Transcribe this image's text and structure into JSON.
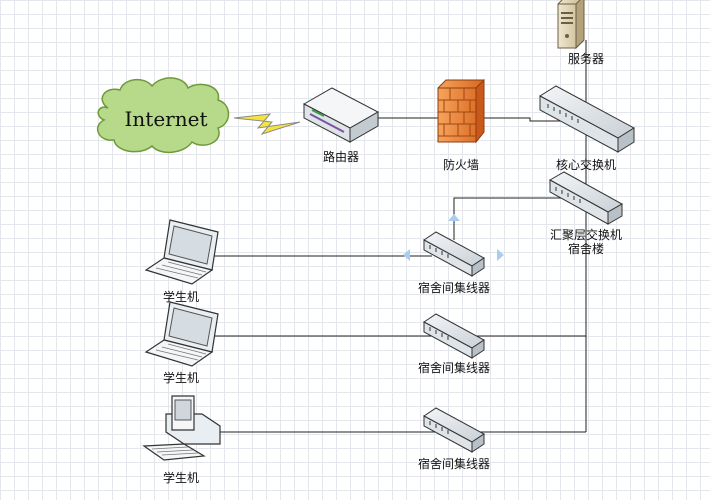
{
  "nodes": {
    "server": {
      "label": "服务器",
      "icon": "server-icon"
    },
    "internet": {
      "label": "Internet",
      "icon": "cloud-icon"
    },
    "router": {
      "label": "路由器",
      "icon": "router-icon"
    },
    "firewall": {
      "label": "防火墙",
      "icon": "firewall-icon"
    },
    "core_switch": {
      "label": "核心交换机",
      "icon": "switch-icon"
    },
    "aggregation_switch": {
      "label_line1": "汇聚层交换机",
      "label_line2": "宿舍楼",
      "icon": "switch-icon"
    },
    "hub1": {
      "label": "宿舍间集线器",
      "icon": "hub-icon"
    },
    "hub2": {
      "label": "宿舍间集线器",
      "icon": "hub-icon"
    },
    "hub3": {
      "label": "宿舍间集线器",
      "icon": "hub-icon"
    },
    "student1": {
      "label": "学生机",
      "icon": "laptop-icon"
    },
    "student2": {
      "label": "学生机",
      "icon": "laptop-icon"
    },
    "student3": {
      "label": "学生机",
      "icon": "desktop-pc-icon"
    }
  },
  "colors": {
    "cloud_fill": "#b7d98a",
    "cloud_stroke": "#6f9a3a",
    "lightning": "#f5e342",
    "firewall_brick": "#f08a3c",
    "device_body": "#e9eef2",
    "grid": "#e3e6ea",
    "selection_marker": "#a9cdf0"
  }
}
